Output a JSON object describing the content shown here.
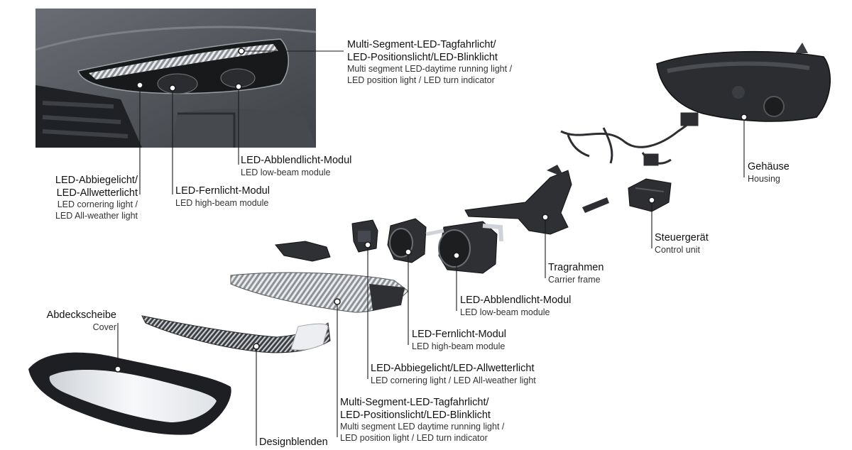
{
  "labels": {
    "drl_top": {
      "de1": "Multi-Segment-LED-Tagfahrlicht/",
      "de2": "LED-Positionslicht/LED-Blinklicht",
      "en1": "Multi segment LED-daytime running light /",
      "en2": "LED position light / LED turn indicator"
    },
    "lowbeam_top": {
      "de": "LED-Abblendlicht-Modul",
      "en": "LED low-beam module"
    },
    "highbeam_top": {
      "de": "LED-Fernlicht-Modul",
      "en": "LED high-beam module"
    },
    "cornering_top": {
      "de1": "LED-Abbiegelicht/",
      "de2": "LED-Allwetterlicht",
      "en1": "LED cornering light /",
      "en2": "LED All-weather light"
    },
    "housing": {
      "de": "Gehäuse",
      "en": "Housing"
    },
    "control_unit": {
      "de": "Steuergerät",
      "en": "Control unit"
    },
    "carrier_frame": {
      "de": "Tragrahmen",
      "en": "Carrier frame"
    },
    "lowbeam_bottom": {
      "de": "LED-Abblendlicht-Modul",
      "en": "LED low-beam module"
    },
    "highbeam_bottom": {
      "de": "LED-Fernlicht-Modul",
      "en": "LED high-beam module"
    },
    "cornering_bottom": {
      "de": "LED-Abbiegelicht/LED-Allwetterlicht",
      "en": "LED cornering light / LED All-weather light"
    },
    "cover": {
      "de": "Abdeckscheibe",
      "en": "Cover"
    },
    "drl_bottom": {
      "de1": "Multi-Segment-LED-Tagfahrlicht/",
      "de2": "LED-Positionslicht/LED-Blinklicht",
      "en1": "Multi segment LED daytime running light /",
      "en2": "LED position light / LED turn indicator"
    },
    "design_trims": {
      "de": "Designblenden"
    }
  },
  "colors": {
    "car_body": "#5b5f64",
    "part_dark": "#2c2e31",
    "leader": "#1a1a1a",
    "lens": "#f2f3f5"
  }
}
